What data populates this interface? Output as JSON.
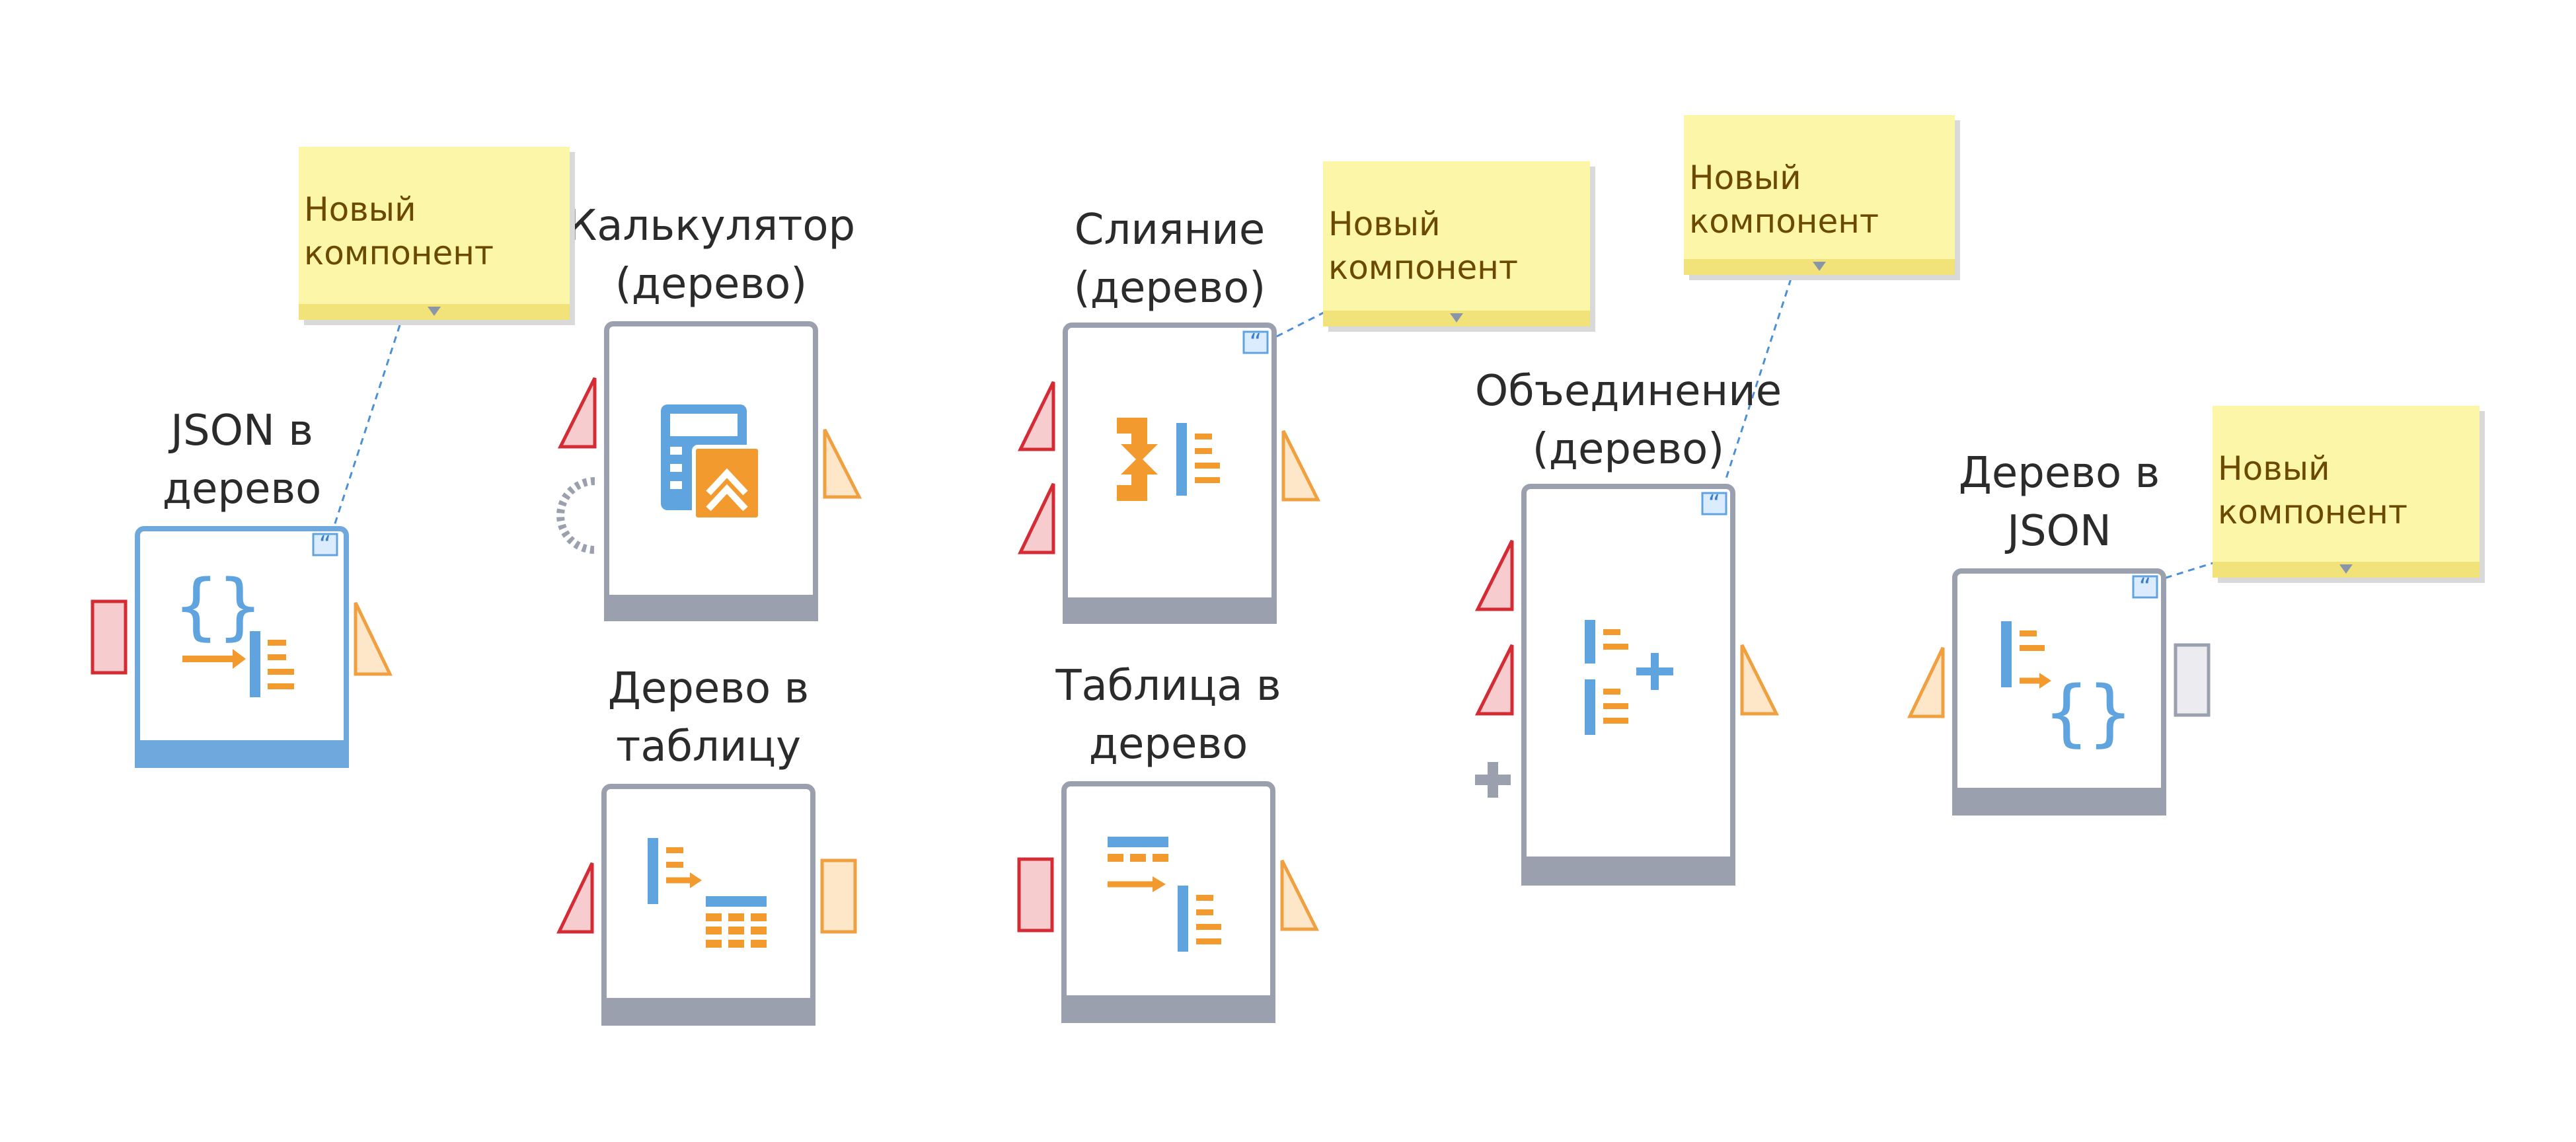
{
  "nodes": [
    {
      "id": "json-to-tree",
      "title_lines": [
        "JSON в",
        "дерево"
      ],
      "selected": true,
      "icon": "json-to-tree-icon"
    },
    {
      "id": "calculator-tree",
      "title_lines": [
        "Калькулятор",
        "(дерево)"
      ],
      "selected": false,
      "icon": "calculator-icon"
    },
    {
      "id": "tree-to-table",
      "title_lines": [
        "Дерево в",
        "таблицу"
      ],
      "selected": false,
      "icon": "tree-to-table-icon"
    },
    {
      "id": "merge-tree",
      "title_lines": [
        "Слияние",
        "(дерево)"
      ],
      "selected": false,
      "icon": "merge-icon"
    },
    {
      "id": "table-to-tree",
      "title_lines": [
        "Таблица в",
        "дерево"
      ],
      "selected": false,
      "icon": "table-to-tree-icon"
    },
    {
      "id": "union-tree",
      "title_lines": [
        "Объединение",
        "(дерево)"
      ],
      "selected": false,
      "icon": "union-icon"
    },
    {
      "id": "tree-to-json",
      "title_lines": [
        "Дерево в",
        "JSON"
      ],
      "selected": false,
      "icon": "tree-to-json-icon"
    }
  ],
  "notes": [
    {
      "id": "note-1",
      "lines": [
        "Новый",
        "компонент"
      ]
    },
    {
      "id": "note-2",
      "lines": [
        "Новый",
        "компонент"
      ]
    },
    {
      "id": "note-3",
      "lines": [
        "Новый",
        "компонент"
      ]
    },
    {
      "id": "note-4",
      "lines": [
        "Новый",
        "компонент"
      ]
    }
  ],
  "colors": {
    "node_border": "#9aa0ad",
    "node_border_selected": "#6fa8dc",
    "port_input": "#d42b35",
    "port_input_fill": "#f6cccf",
    "port_output": "#f0a040",
    "port_output_fill": "#fde7c8",
    "icon_blue": "#5fa3df",
    "icon_orange": "#f39a2e",
    "note_bg": "#fbf6a8",
    "note_text": "#6b4a00",
    "link": "#4a90d9"
  }
}
